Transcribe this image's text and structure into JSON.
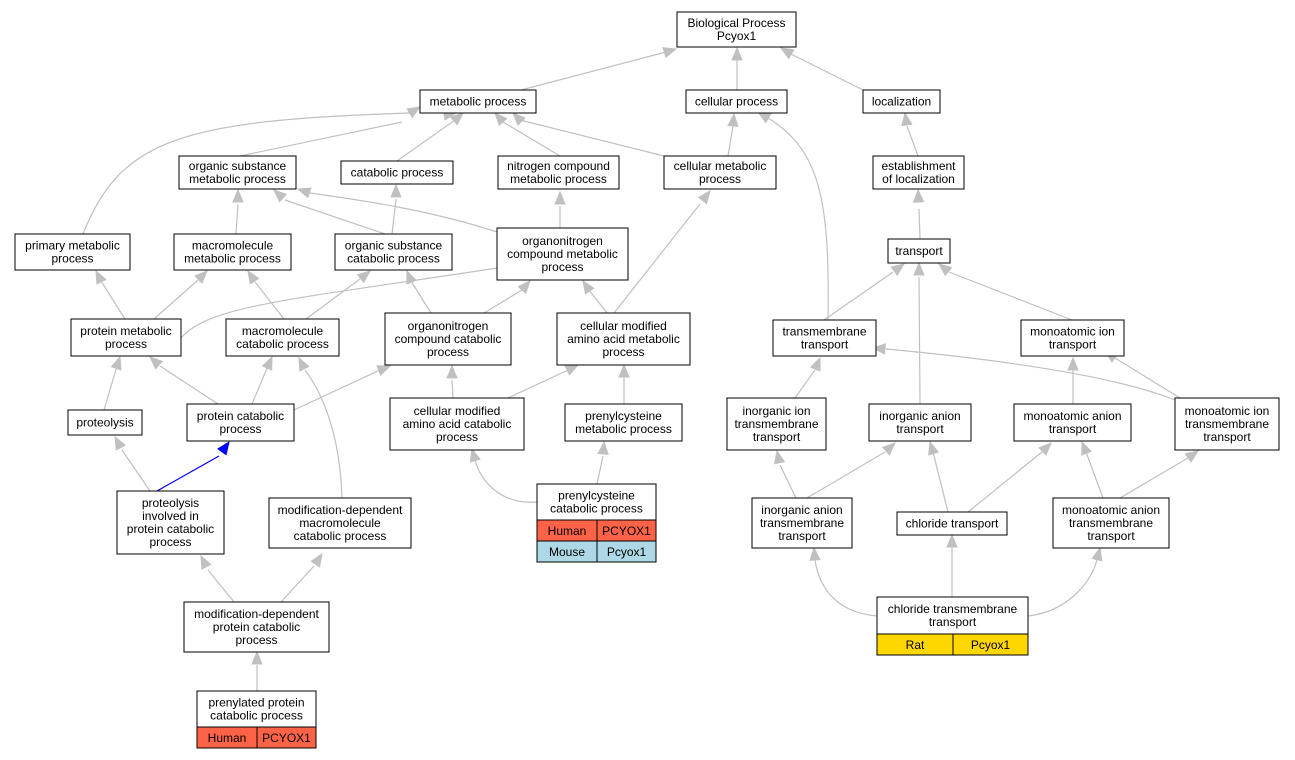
{
  "colors": {
    "edge": "#c0c0c0",
    "highlight_edge": "#0000ff",
    "human": "#ff6347",
    "mouse": "#add8e6",
    "rat": "#ffd700"
  },
  "nodes": {
    "bp": {
      "lines": [
        "Biological Process",
        "Pcyox1"
      ]
    },
    "metabolic": {
      "lines": [
        "metabolic process"
      ]
    },
    "cellular": {
      "lines": [
        "cellular process"
      ]
    },
    "localization": {
      "lines": [
        "localization"
      ]
    },
    "org_sub_met": {
      "lines": [
        "organic substance",
        "metabolic process"
      ]
    },
    "catabolic": {
      "lines": [
        "catabolic process"
      ]
    },
    "nitrogen": {
      "lines": [
        "nitrogen compound",
        "metabolic process"
      ]
    },
    "cell_met": {
      "lines": [
        "cellular metabolic",
        "process"
      ]
    },
    "establishment": {
      "lines": [
        "establishment",
        "of localization"
      ]
    },
    "primary": {
      "lines": [
        "primary metabolic",
        "process"
      ]
    },
    "macro_met": {
      "lines": [
        "macromolecule",
        "metabolic process"
      ]
    },
    "org_sub_cat": {
      "lines": [
        "organic substance",
        "catabolic process"
      ]
    },
    "organon_met": {
      "lines": [
        "organonitrogen",
        "compound metabolic",
        "process"
      ]
    },
    "transport": {
      "lines": [
        "transport"
      ]
    },
    "protein_met": {
      "lines": [
        "protein metabolic",
        "process"
      ]
    },
    "macro_cat": {
      "lines": [
        "macromolecule",
        "catabolic process"
      ]
    },
    "organon_cat": {
      "lines": [
        "organonitrogen",
        "compound catabolic",
        "process"
      ]
    },
    "cma_met": {
      "lines": [
        "cellular modified",
        "amino acid metabolic",
        "process"
      ]
    },
    "tm_transport": {
      "lines": [
        "transmembrane",
        "transport"
      ]
    },
    "ion_transport": {
      "lines": [
        "monoatomic ion",
        "transport"
      ]
    },
    "proteolysis": {
      "lines": [
        "proteolysis"
      ]
    },
    "prot_cat": {
      "lines": [
        "protein catabolic",
        "process"
      ]
    },
    "cma_cat": {
      "lines": [
        "cellular modified",
        "amino acid catabolic",
        "process"
      ]
    },
    "prenyl_met": {
      "lines": [
        "prenylcysteine",
        "metabolic process"
      ]
    },
    "inorg_ion_tm": {
      "lines": [
        "inorganic ion",
        "transmembrane",
        "transport"
      ]
    },
    "inorg_anion": {
      "lines": [
        "inorganic anion",
        "transport"
      ]
    },
    "mono_anion": {
      "lines": [
        "monoatomic anion",
        "transport"
      ]
    },
    "mono_ion_tm": {
      "lines": [
        "monoatomic ion",
        "transmembrane",
        "transport"
      ]
    },
    "proteolysis_inv": {
      "lines": [
        "proteolysis",
        "involved in",
        "protein catabolic",
        "process"
      ]
    },
    "moddep_macro": {
      "lines": [
        "modification-dependent",
        "macromolecule",
        "catabolic process"
      ]
    },
    "prenyl_cat": {
      "lines": [
        "prenylcysteine",
        "catabolic process"
      ],
      "rows": [
        [
          "Human",
          "PCYOX1"
        ],
        [
          "Mouse",
          "Pcyox1"
        ]
      ]
    },
    "inorg_anion_tm": {
      "lines": [
        "inorganic anion",
        "transmembrane",
        "transport"
      ]
    },
    "chloride": {
      "lines": [
        "chloride transport"
      ]
    },
    "mono_anion_tm": {
      "lines": [
        "monoatomic anion",
        "transmembrane",
        "transport"
      ]
    },
    "moddep_prot": {
      "lines": [
        "modification-dependent",
        "protein catabolic",
        "process"
      ]
    },
    "chloride_tm": {
      "lines": [
        "chloride transmembrane",
        "transport"
      ],
      "rows": [
        [
          "Rat",
          "Pcyox1"
        ]
      ]
    },
    "prenylated": {
      "lines": [
        "prenylated protein",
        "catabolic process"
      ],
      "rows": [
        [
          "Human",
          "PCYOX1"
        ]
      ]
    }
  }
}
